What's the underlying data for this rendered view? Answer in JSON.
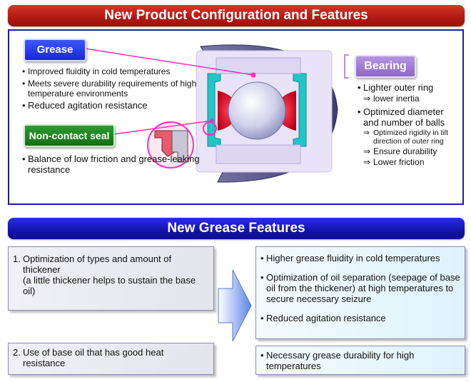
{
  "top_banner": "New Product Configuration and Features",
  "grease": {
    "tag": "Grease",
    "items": [
      "Improved fluidity in cold temperatures",
      "Meets severe durability requirements of high temperature environments",
      "Reduced agitation resistance"
    ]
  },
  "seal": {
    "tag": "Non-contact seal",
    "items": [
      "Balance of low friction and grease-leaking resistance"
    ]
  },
  "bearing": {
    "tag": "Bearing",
    "item1": "Lighter outer ring",
    "item1_result": "lower inertia",
    "item2": "Optimized diameter and number of balls",
    "item2_results": [
      "Optimized rigidity in tilt direction of outer ring",
      "Ensure durability",
      "Lower friction"
    ]
  },
  "mid_banner": "New Grease Features",
  "left_boxes": [
    {
      "number": "1.",
      "lines": [
        "Optimization of types and amount of thickener",
        "(a little thickener helps to sustain the base oil)"
      ]
    },
    {
      "number": "2.",
      "lines": [
        "Use of base oil that has good heat resistance"
      ]
    }
  ],
  "right_boxes": [
    {
      "items": [
        "Higher grease fluidity in cold temperatures",
        "Optimization of oil separation (seepage of base oil from the thickener) at high temperatures to secure necessary seizure",
        "Reduced agitation resistance"
      ]
    },
    {
      "items": [
        "Necessary grease durability for high temperatures"
      ]
    }
  ],
  "colors": {
    "red_banner": "#b01912",
    "blue_banner": "#1313b0",
    "grease_tag": "#1727d8",
    "seal_tag": "#176e17",
    "bearing_tag": "#8e66c8",
    "leader_line": "#ff2fbf"
  }
}
